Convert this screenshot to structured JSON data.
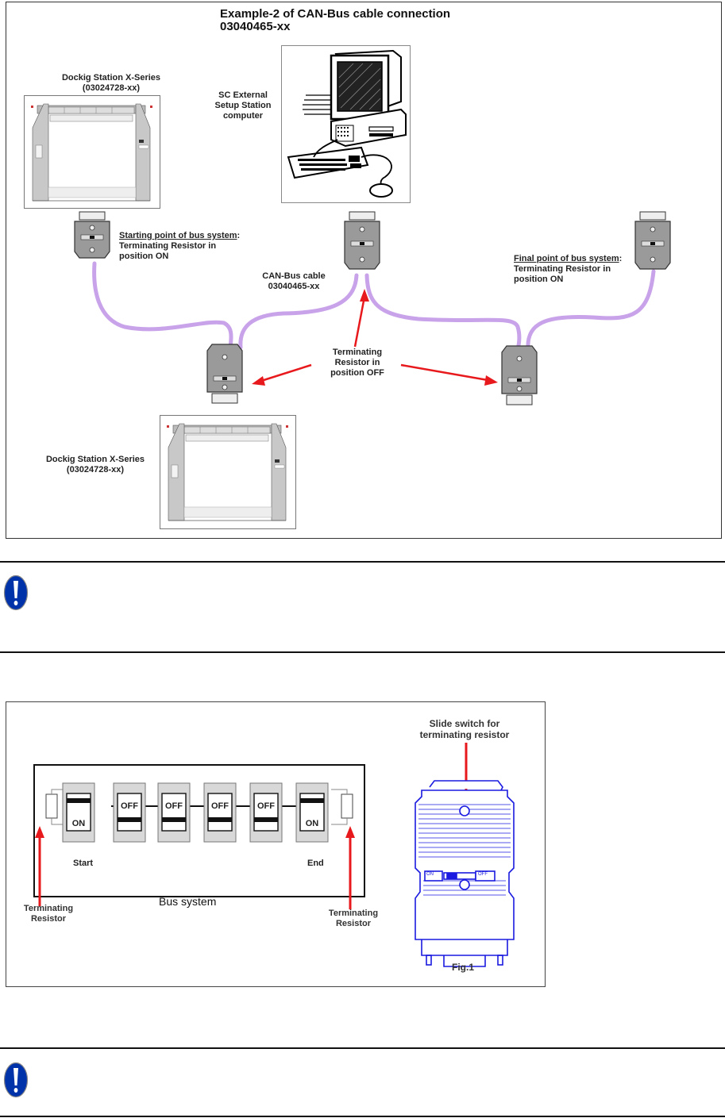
{
  "figure1": {
    "title_line1": "Example-2 of CAN-Bus cable connection",
    "title_line2": "03040465-xx",
    "docking_station_top": {
      "label_line1": "Dockig Station X-Series",
      "label_line2": "(03024728-xx)"
    },
    "computer": {
      "label_line1": "SC External",
      "label_line2": "Setup Station",
      "label_line3": "computer"
    },
    "starting_point": {
      "heading": "Starting point of bus system",
      "line2": "Terminating Resistor in",
      "line3": "position ON"
    },
    "final_point": {
      "heading": "Final point of bus system",
      "line2": "Terminating Resistor in",
      "line3": "position ON"
    },
    "cable": {
      "label_line1": "CAN-Bus cable",
      "label_line2": "03040465-xx"
    },
    "terminating_off": {
      "line1": "Terminating",
      "line2": "Resistor in",
      "line3": "position OFF"
    },
    "docking_station_bottom": {
      "label_line1": "Dockig Station X-Series",
      "label_line2": "(03024728-xx)"
    },
    "colors": {
      "cable": "#c9a3ea",
      "arrow": "#e8191c",
      "connector": "#9a9a9a"
    }
  },
  "notice1": {
    "icon": "exclamation-icon",
    "color": "#0033aa"
  },
  "figure2": {
    "switches": [
      {
        "state": "ON"
      },
      {
        "state": "OFF"
      },
      {
        "state": "OFF"
      },
      {
        "state": "OFF"
      },
      {
        "state": "OFF"
      },
      {
        "state": "ON"
      }
    ],
    "start_label": "Start",
    "end_label": "End",
    "bus_label": "Bus system",
    "left_resistor_line1": "Terminating",
    "left_resistor_line2": "Resistor",
    "right_resistor_line1": "Terminating",
    "right_resistor_line2": "Resistor",
    "slide_switch_line1": "Slide switch for",
    "slide_switch_line2": "terminating resistor",
    "connector_on": "ON",
    "connector_off": "OFF",
    "fig_caption": "Fig.1",
    "colors": {
      "blueprint": "#1a1ae0",
      "arrow": "#e8191c"
    }
  },
  "notice2": {
    "icon": "exclamation-icon",
    "color": "#0033aa"
  }
}
